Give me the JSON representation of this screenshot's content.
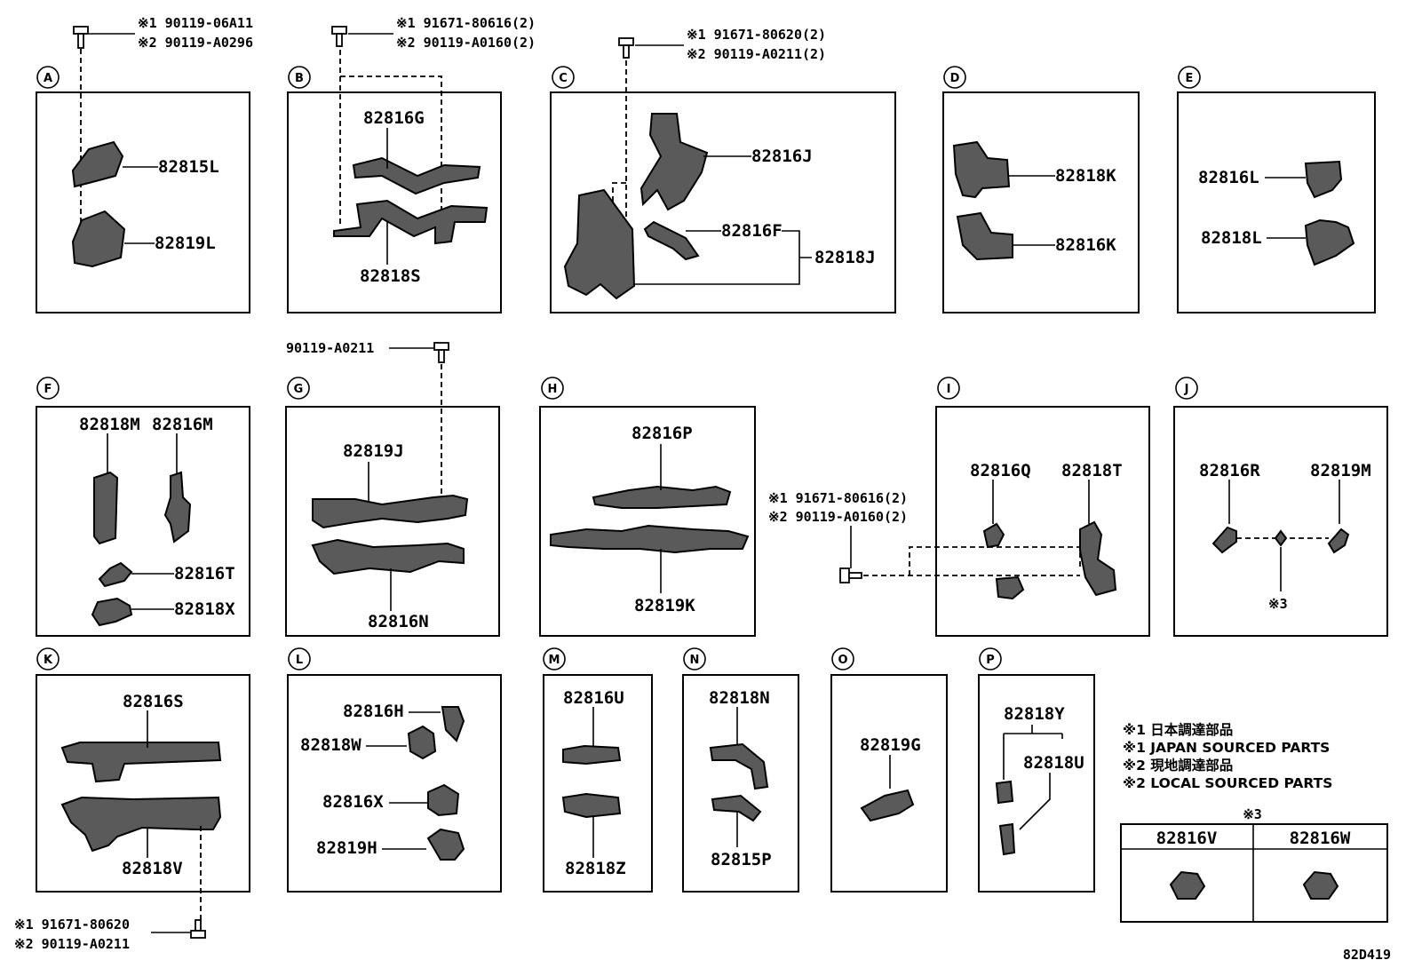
{
  "panels": [
    {
      "letter": "A",
      "parts": [
        "82815L",
        "82819L"
      ],
      "fastener": [
        "※1 90119-06A11",
        "※2 90119-A0296"
      ]
    },
    {
      "letter": "B",
      "parts": [
        "82816G",
        "82818S"
      ],
      "fastener": [
        "※1 91671-80616(2)",
        "※2 90119-A0160(2)"
      ]
    },
    {
      "letter": "C",
      "parts": [
        "82816J",
        "82816F",
        "82818J"
      ],
      "fastener": [
        "※1 91671-80620(2)",
        "※2 90119-A0211(2)"
      ]
    },
    {
      "letter": "D",
      "parts": [
        "82818K",
        "82816K"
      ]
    },
    {
      "letter": "E",
      "parts": [
        "82816L",
        "82818L"
      ]
    },
    {
      "letter": "F",
      "parts": [
        "82818M",
        "82816M",
        "82816T",
        "82818X"
      ]
    },
    {
      "letter": "G",
      "parts": [
        "82819J",
        "82816N"
      ],
      "fastener": [
        "90119-A0211"
      ]
    },
    {
      "letter": "H",
      "parts": [
        "82816P",
        "82819K"
      ]
    },
    {
      "letter": "I",
      "parts": [
        "82816Q",
        "82818T"
      ],
      "fastener": [
        "※1 91671-80616(2)",
        "※2 90119-A0160(2)"
      ]
    },
    {
      "letter": "J",
      "parts": [
        "82816R",
        "82819M"
      ],
      "note": "※3"
    },
    {
      "letter": "K",
      "parts": [
        "82816S",
        "82818V"
      ],
      "fastener": [
        "※1 91671-80620",
        "※2 90119-A0211"
      ]
    },
    {
      "letter": "L",
      "parts": [
        "82816H",
        "82818W",
        "82816X",
        "82819H"
      ]
    },
    {
      "letter": "M",
      "parts": [
        "82816U",
        "82818Z"
      ]
    },
    {
      "letter": "N",
      "parts": [
        "82818N",
        "82815P"
      ]
    },
    {
      "letter": "O",
      "parts": [
        "82819G"
      ]
    },
    {
      "letter": "P",
      "parts": [
        "82818Y",
        "82818U"
      ]
    }
  ],
  "legend": [
    "※1 日本調達部品",
    "※1 JAPAN SOURCED PARTS",
    "※2 現地調達部品",
    "※2 LOCAL SOURCED PARTS"
  ],
  "table3": {
    "mark": "※3",
    "cols": [
      "82816V",
      "82816W"
    ]
  },
  "drawing_id": "82D419"
}
